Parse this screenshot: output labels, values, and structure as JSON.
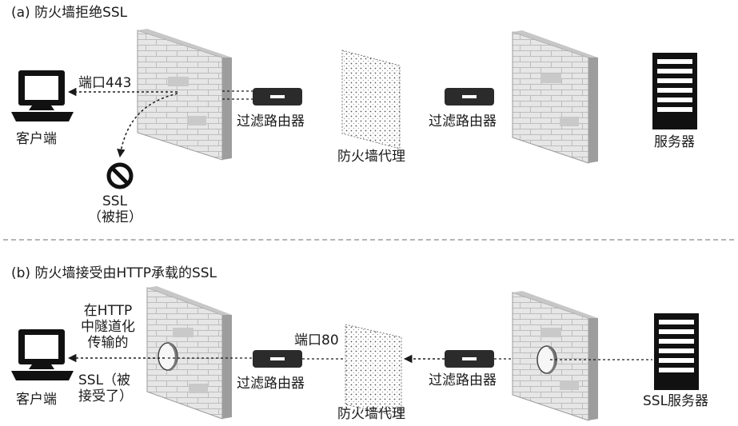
{
  "panel_a": {
    "title": "(a) 防火墙拒绝SSL",
    "client_label": "客户端",
    "port_label": "端口443",
    "router_left_label": "过滤路由器",
    "proxy_label": "防火墙代理",
    "router_right_label": "过滤路由器",
    "server_label": "服务器",
    "ssl_label": "SSL",
    "rejected_label": "（被拒）"
  },
  "panel_b": {
    "title": "(b) 防火墙接受由HTTP承载的SSL",
    "client_label": "客户端",
    "tunnel_line1": "在HTTP",
    "tunnel_line2": "中隧道化",
    "tunnel_line3": "传输的",
    "accepted_line1": "SSL（被",
    "accepted_line2": "接受了）",
    "port_label": "端口80",
    "router_left_label": "过滤路由器",
    "proxy_label": "防火墙代理",
    "router_right_label": "过滤路由器",
    "server_label": "SSL服务器"
  },
  "colors": {
    "wall_front": "#e6e6e6",
    "wall_side": "#9d9d9d",
    "wall_top": "#c7c7c7",
    "brick_line": "#bdbdbd",
    "router": "#2b2b2b",
    "ink": "#1a1a1a"
  }
}
